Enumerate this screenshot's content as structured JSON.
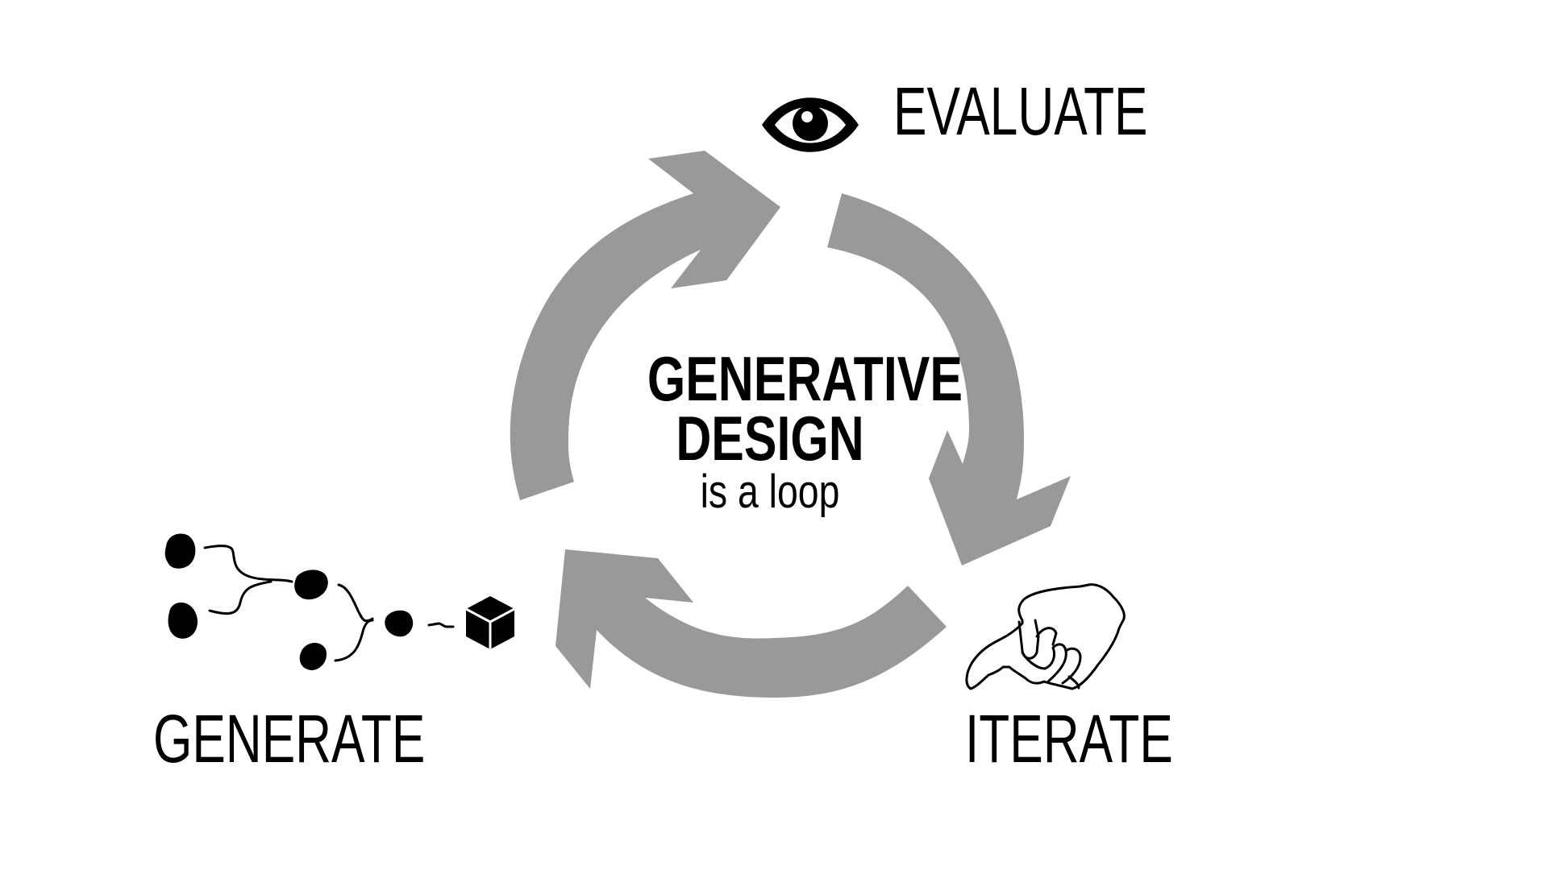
{
  "center": {
    "title_line1": "GENERATIVE",
    "title_line2": "DESIGN",
    "subtitle": "is a loop"
  },
  "stages": {
    "evaluate": "EVALUATE",
    "iterate": "ITERATE",
    "generate": "GENERATE"
  },
  "icons": {
    "evaluate": "eye-icon",
    "iterate": "pointing-hand-icon",
    "generate": "branching-dots-to-cube-icon"
  },
  "colors": {
    "arrow": "#999999",
    "text": "#000000",
    "background": "#ffffff"
  }
}
